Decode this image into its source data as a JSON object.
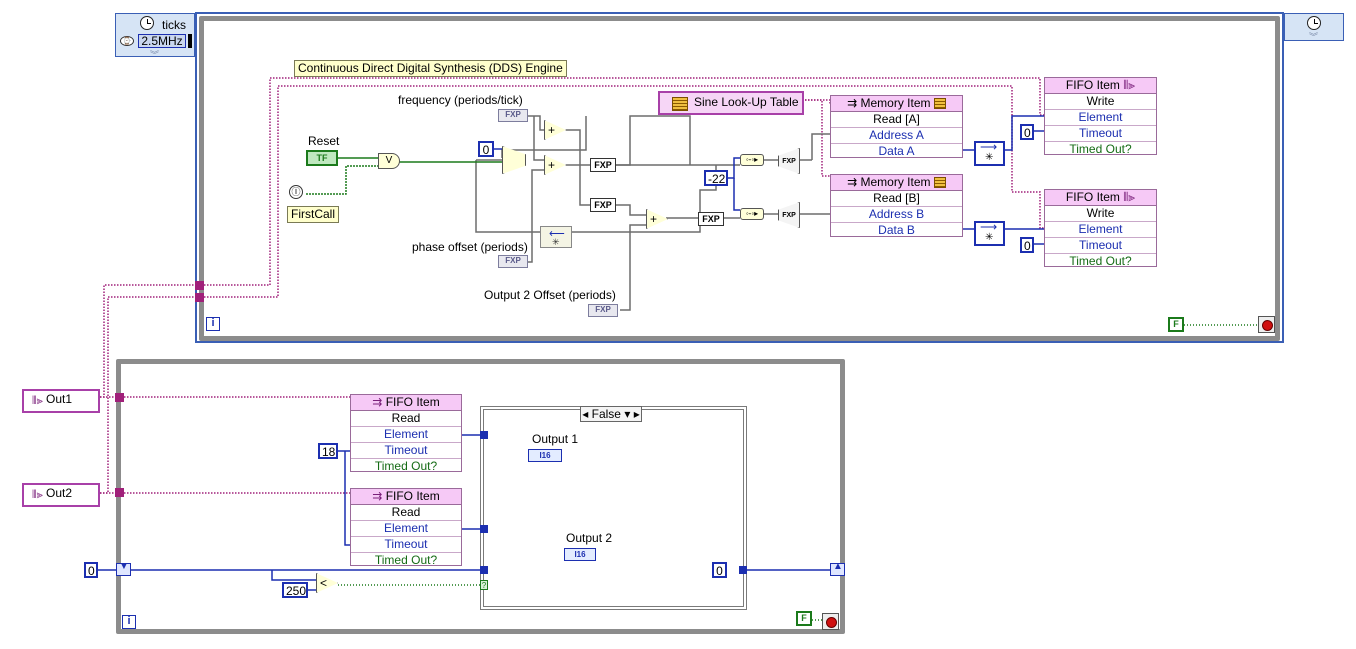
{
  "timed_loop": {
    "clock_label": "ticks",
    "clock_rate": "2.5MHz",
    "iteration_icon": "i",
    "comment": "Continuous Direct Digital Synthesis (DDS) Engine"
  },
  "dds": {
    "frequency_label": "frequency (periods/tick)",
    "reset_label": "Reset",
    "reset_terminal": "TF",
    "first_call_label": "FirstCall",
    "phase_offset_label": "phase offset (periods)",
    "output2_offset_label": "Output 2 Offset (periods)",
    "const_zero": "0",
    "const_shift": "-22",
    "fxp_terminal": "FXP",
    "add_symbol": "+",
    "or_symbol": "V",
    "lut_label": "Sine Look-Up Table",
    "memory_a": {
      "title": "Memory Item",
      "rows": [
        "Read [A]",
        "Address A",
        "Data A"
      ]
    },
    "memory_b": {
      "title": "Memory Item",
      "rows": [
        "Read [B]",
        "Address B",
        "Data B"
      ]
    },
    "fifo_write_1": {
      "title": "FIFO Item",
      "rows": [
        "Write",
        "Element",
        "Timeout",
        "Timed Out?"
      ],
      "timeout_const": "0"
    },
    "fifo_write_2": {
      "title": "FIFO Item",
      "rows": [
        "Write",
        "Element",
        "Timeout",
        "Timed Out?"
      ],
      "timeout_const": "0"
    },
    "stop_const": "F"
  },
  "fifo_refs": {
    "out1": "Out1",
    "out2": "Out2"
  },
  "while_loop": {
    "fifo_read_1": {
      "title": "FIFO Item",
      "rows": [
        "Read",
        "Element",
        "Timeout",
        "Timed Out?"
      ]
    },
    "fifo_read_2": {
      "title": "FIFO Item",
      "rows": [
        "Read",
        "Element",
        "Timeout",
        "Timed Out?"
      ]
    },
    "timeout_const": "18",
    "shift_init": "0",
    "compare_const": "250",
    "compare_symbol": "<",
    "case_selector": "False",
    "output1_label": "Output 1",
    "output2_label": "Output 2",
    "i16_terminal": "I16",
    "case_zero": "0",
    "stop_const": "F",
    "iteration_icon": "i"
  },
  "colors": {
    "wire_fxp": "#6d6d6d",
    "wire_int": "#1c2fb0",
    "wire_ref": "#a0207a",
    "wire_bool": "#1b7a1b",
    "loop_frame": "#8c8c8c",
    "node_header": "#f6c9f6"
  },
  "icons": [
    "clock-icon",
    "first-call-icon",
    "stop-icon",
    "iteration-icon",
    "lut-icon",
    "fifo-icon",
    "memory-icon"
  ]
}
